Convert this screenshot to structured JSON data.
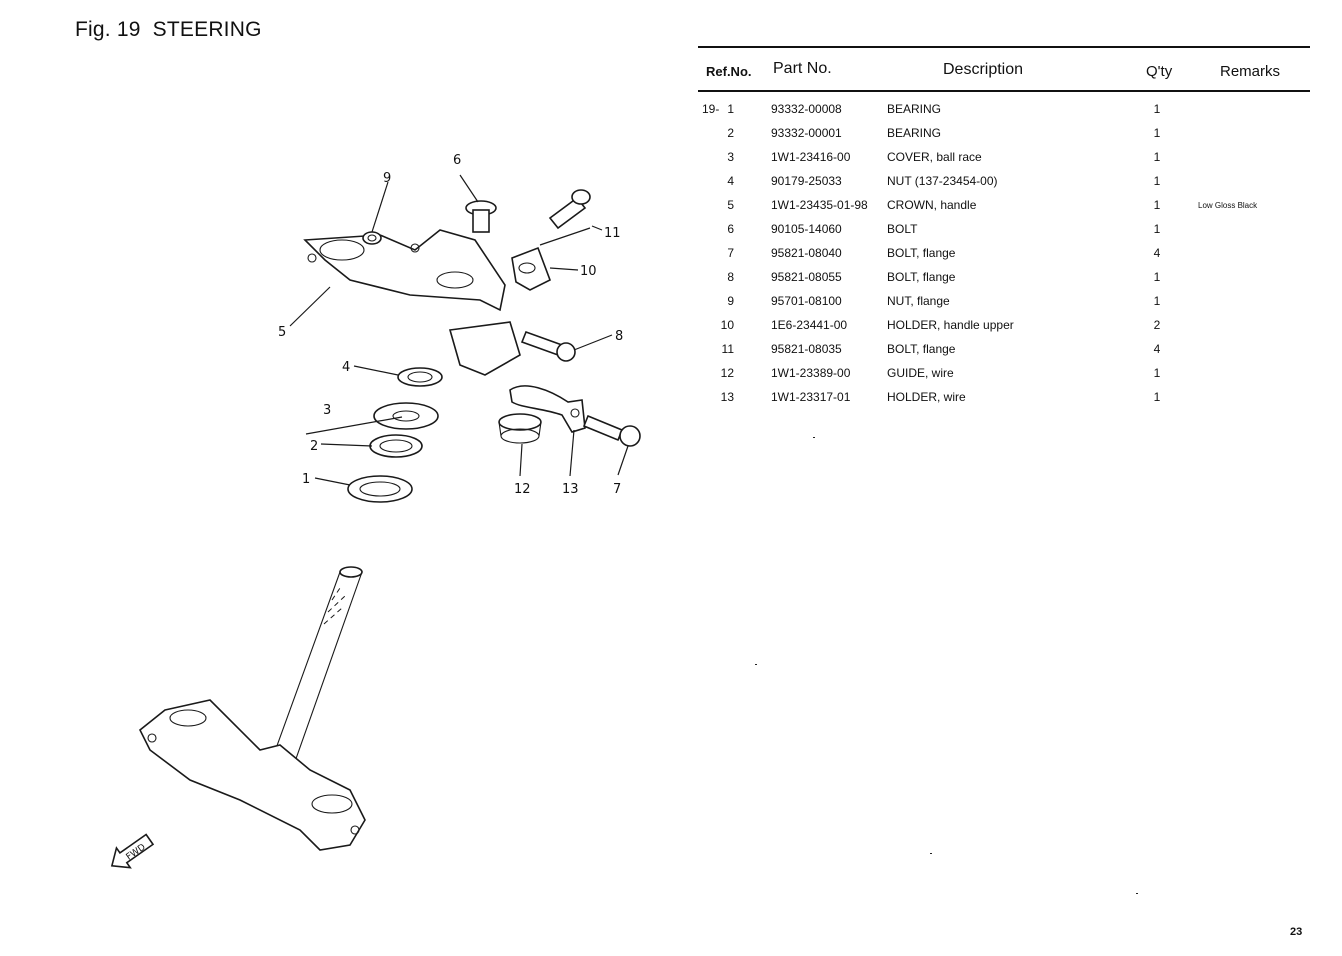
{
  "figure": {
    "title": "Fig. 19  STEERING"
  },
  "diagram": {
    "callouts": [
      "1",
      "2",
      "3",
      "4",
      "5",
      "6",
      "7",
      "8",
      "9",
      "10",
      "11",
      "12",
      "13"
    ],
    "fwd_label": "FWD",
    "icons": [
      "fwd-arrow-icon"
    ]
  },
  "table": {
    "headers": {
      "ref_no": "Ref.No.",
      "part_no": "Part No.",
      "description": "Description",
      "qty": "Q'ty",
      "remarks": "Remarks"
    },
    "ref_prefix": "19-",
    "rows": [
      {
        "ref": "1",
        "part_no": "93332-00008",
        "description": "BEARING",
        "qty": "1",
        "remarks": ""
      },
      {
        "ref": "2",
        "part_no": "93332-00001",
        "description": "BEARING",
        "qty": "1",
        "remarks": ""
      },
      {
        "ref": "3",
        "part_no": "1W1-23416-00",
        "description": "COVER, ball race",
        "qty": "1",
        "remarks": ""
      },
      {
        "ref": "4",
        "part_no": "90179-25033",
        "description": "NUT (137-23454-00)",
        "qty": "1",
        "remarks": ""
      },
      {
        "ref": "5",
        "part_no": "1W1-23435-01-98",
        "description": "CROWN, handle",
        "qty": "1",
        "remarks": "Low Gloss Black"
      },
      {
        "ref": "6",
        "part_no": "90105-14060",
        "description": "BOLT",
        "qty": "1",
        "remarks": ""
      },
      {
        "ref": "7",
        "part_no": "95821-08040",
        "description": "BOLT, flange",
        "qty": "4",
        "remarks": ""
      },
      {
        "ref": "8",
        "part_no": "95821-08055",
        "description": "BOLT, flange",
        "qty": "1",
        "remarks": ""
      },
      {
        "ref": "9",
        "part_no": "95701-08100",
        "description": "NUT, flange",
        "qty": "1",
        "remarks": ""
      },
      {
        "ref": "10",
        "part_no": "1E6-23441-00",
        "description": "HOLDER, handle upper",
        "qty": "2",
        "remarks": ""
      },
      {
        "ref": "11",
        "part_no": "95821-08035",
        "description": "BOLT, flange",
        "qty": "4",
        "remarks": ""
      },
      {
        "ref": "12",
        "part_no": "1W1-23389-00",
        "description": "GUIDE, wire",
        "qty": "1",
        "remarks": ""
      },
      {
        "ref": "13",
        "part_no": "1W1-23317-01",
        "description": "HOLDER, wire",
        "qty": "1",
        "remarks": ""
      }
    ]
  },
  "page": {
    "number": "23"
  }
}
